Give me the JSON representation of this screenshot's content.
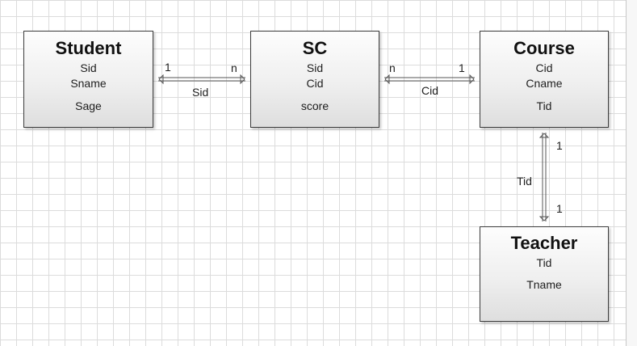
{
  "entities": {
    "student": {
      "name": "Student",
      "attributes": [
        "Sid",
        "Sname",
        "Sage"
      ]
    },
    "sc": {
      "name": "SC",
      "attributes": [
        "Sid",
        "Cid",
        "score"
      ]
    },
    "course": {
      "name": "Course",
      "attributes": [
        "Cid",
        "Cname",
        "Tid"
      ]
    },
    "teacher": {
      "name": "Teacher",
      "attributes": [
        "Tid",
        "Tname"
      ]
    }
  },
  "relationships": {
    "student_sc": {
      "key": "Sid",
      "from_card": "1",
      "to_card": "n"
    },
    "sc_course": {
      "key": "Cid",
      "from_card": "n",
      "to_card": "1"
    },
    "course_teacher": {
      "key": "Tid",
      "from_card": "1",
      "to_card": "1"
    }
  }
}
